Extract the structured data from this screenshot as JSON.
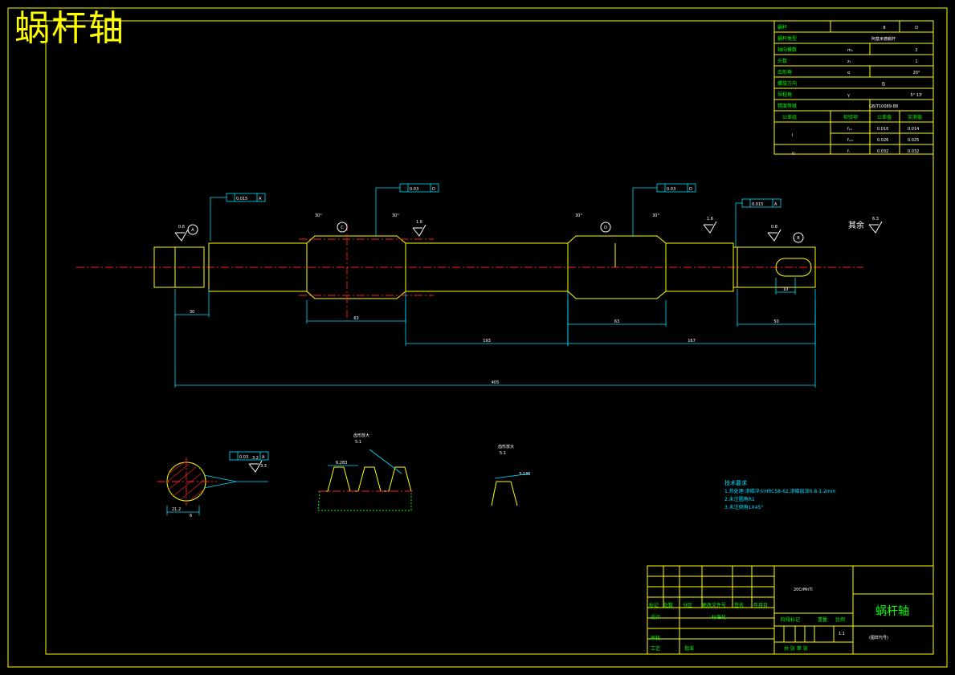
{
  "title": "蜗杆轴",
  "params_table": {
    "rows": [
      [
        "蜗杆",
        "",
        "8",
        "D"
      ],
      [
        "蜗杆类型",
        "",
        "阿基米德蜗杆",
        ""
      ],
      [
        "轴向模数",
        "mₓ",
        "",
        "2"
      ],
      [
        "头数",
        "z₁",
        "",
        "1"
      ],
      [
        "齿形角",
        "α",
        "",
        "20°"
      ],
      [
        "螺旋方向",
        "",
        "右",
        ""
      ],
      [
        "导程角",
        "γ",
        "",
        "5° 13'"
      ],
      [
        "精度等级",
        "",
        "GB/T10089-88",
        ""
      ]
    ],
    "tolerance_header": [
      "公差组",
      "检验项",
      "公差值",
      "实测值"
    ],
    "tolerance_rows": [
      [
        "I",
        "fₚₓ",
        "0.016",
        "0.014"
      ],
      [
        "",
        "fₚₓₗ",
        "0.026",
        "0.025"
      ],
      [
        "II",
        "fᵣ",
        "0.032",
        "0.032"
      ]
    ]
  },
  "dimensions": [
    "30",
    "63",
    "193",
    "63",
    "167",
    "50",
    "405",
    "10",
    "21.2",
    "6",
    "3.3",
    "3.136"
  ],
  "datums": [
    "A",
    "C",
    "D",
    "B"
  ],
  "gdt": [
    "0.015",
    "0.03",
    "0.03",
    "0.015",
    "0.03"
  ],
  "roughness": [
    "0.8",
    "1.6",
    "1.6",
    "0.8",
    "6.3",
    "3.2"
  ],
  "angles": [
    "30°",
    "30°",
    "30°",
    "30°"
  ],
  "remainder_note": "其余",
  "tooth_view": {
    "label": "齿形放大",
    "scale": "5:1",
    "pitch": "6.283"
  },
  "tech_req": {
    "heading": "技术要求",
    "lines": [
      "1.热处理:渗碳淬火HRC58-62,渗碳层深0.8-1.2mm",
      "2.未注圆角R1",
      "3.未注倒角1X45°"
    ]
  },
  "title_block": {
    "part_name": "蜗杆轴",
    "material": "20CrMnTi",
    "drawing_no": "(图样代号)",
    "headers": [
      "标记",
      "处数",
      "分区",
      "更改文件号",
      "签名",
      "年月日"
    ],
    "roles": [
      "设计",
      "标准化",
      "审核",
      "工艺",
      "批准"
    ],
    "stage_labels": [
      "阶段标记",
      "重量",
      "比例"
    ],
    "scale": "1:1",
    "sheet": "共 张 第 张"
  }
}
